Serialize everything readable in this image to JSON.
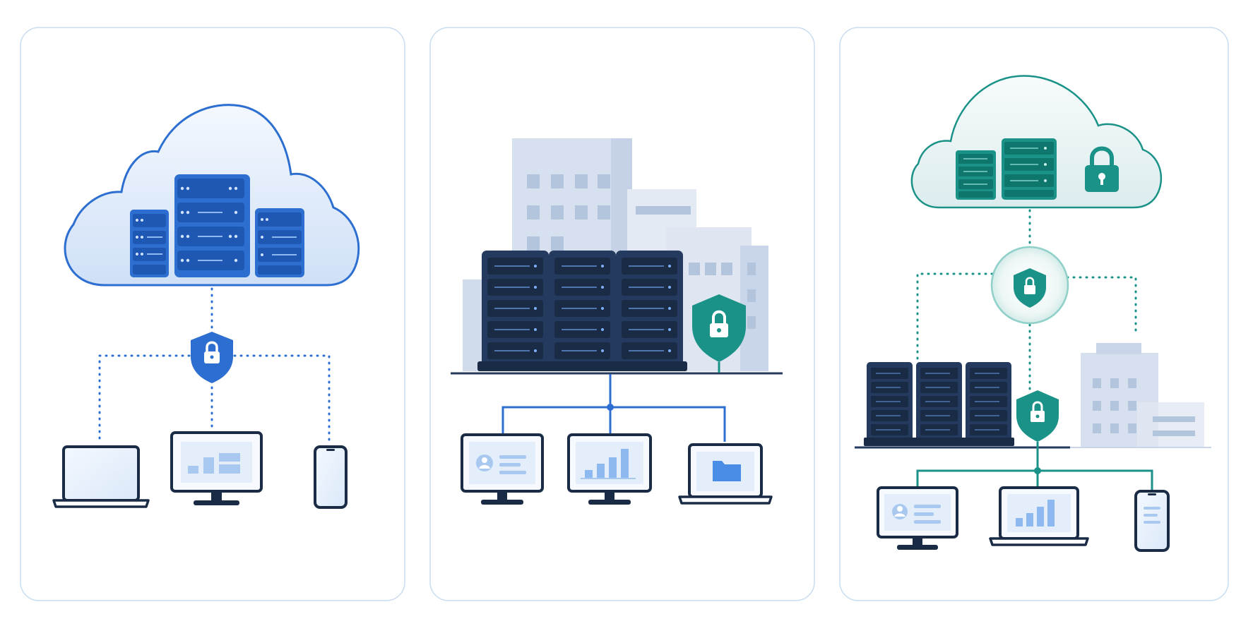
{
  "panels": [
    {
      "id": "cloud",
      "components": [
        "cloud",
        "server-rack",
        "server-rack",
        "server-rack",
        "shield-lock",
        "laptop",
        "desktop-monitor",
        "smartphone"
      ]
    },
    {
      "id": "on-premises",
      "components": [
        "office-building",
        "server-rack",
        "server-rack",
        "server-rack",
        "shield-lock",
        "desktop-monitor",
        "desktop-monitor",
        "laptop"
      ]
    },
    {
      "id": "hybrid",
      "components": [
        "cloud",
        "server-rack",
        "server-rack",
        "padlock",
        "shield-lock",
        "server-rack",
        "server-rack",
        "server-rack",
        "office-building",
        "shield-lock",
        "desktop-monitor",
        "laptop",
        "smartphone"
      ]
    }
  ],
  "colors": {
    "panel_border": "#c9dcef",
    "blue": "#2d6fd1",
    "blue_dark": "#1f58b3",
    "light_blue": "#e4eefb",
    "navy": "#243a5e",
    "navy_dark": "#1a2b46",
    "teal": "#1a9288",
    "teal_dark": "#0f766e",
    "building": "#d7e0ee",
    "screen": "#eaf2fc"
  }
}
